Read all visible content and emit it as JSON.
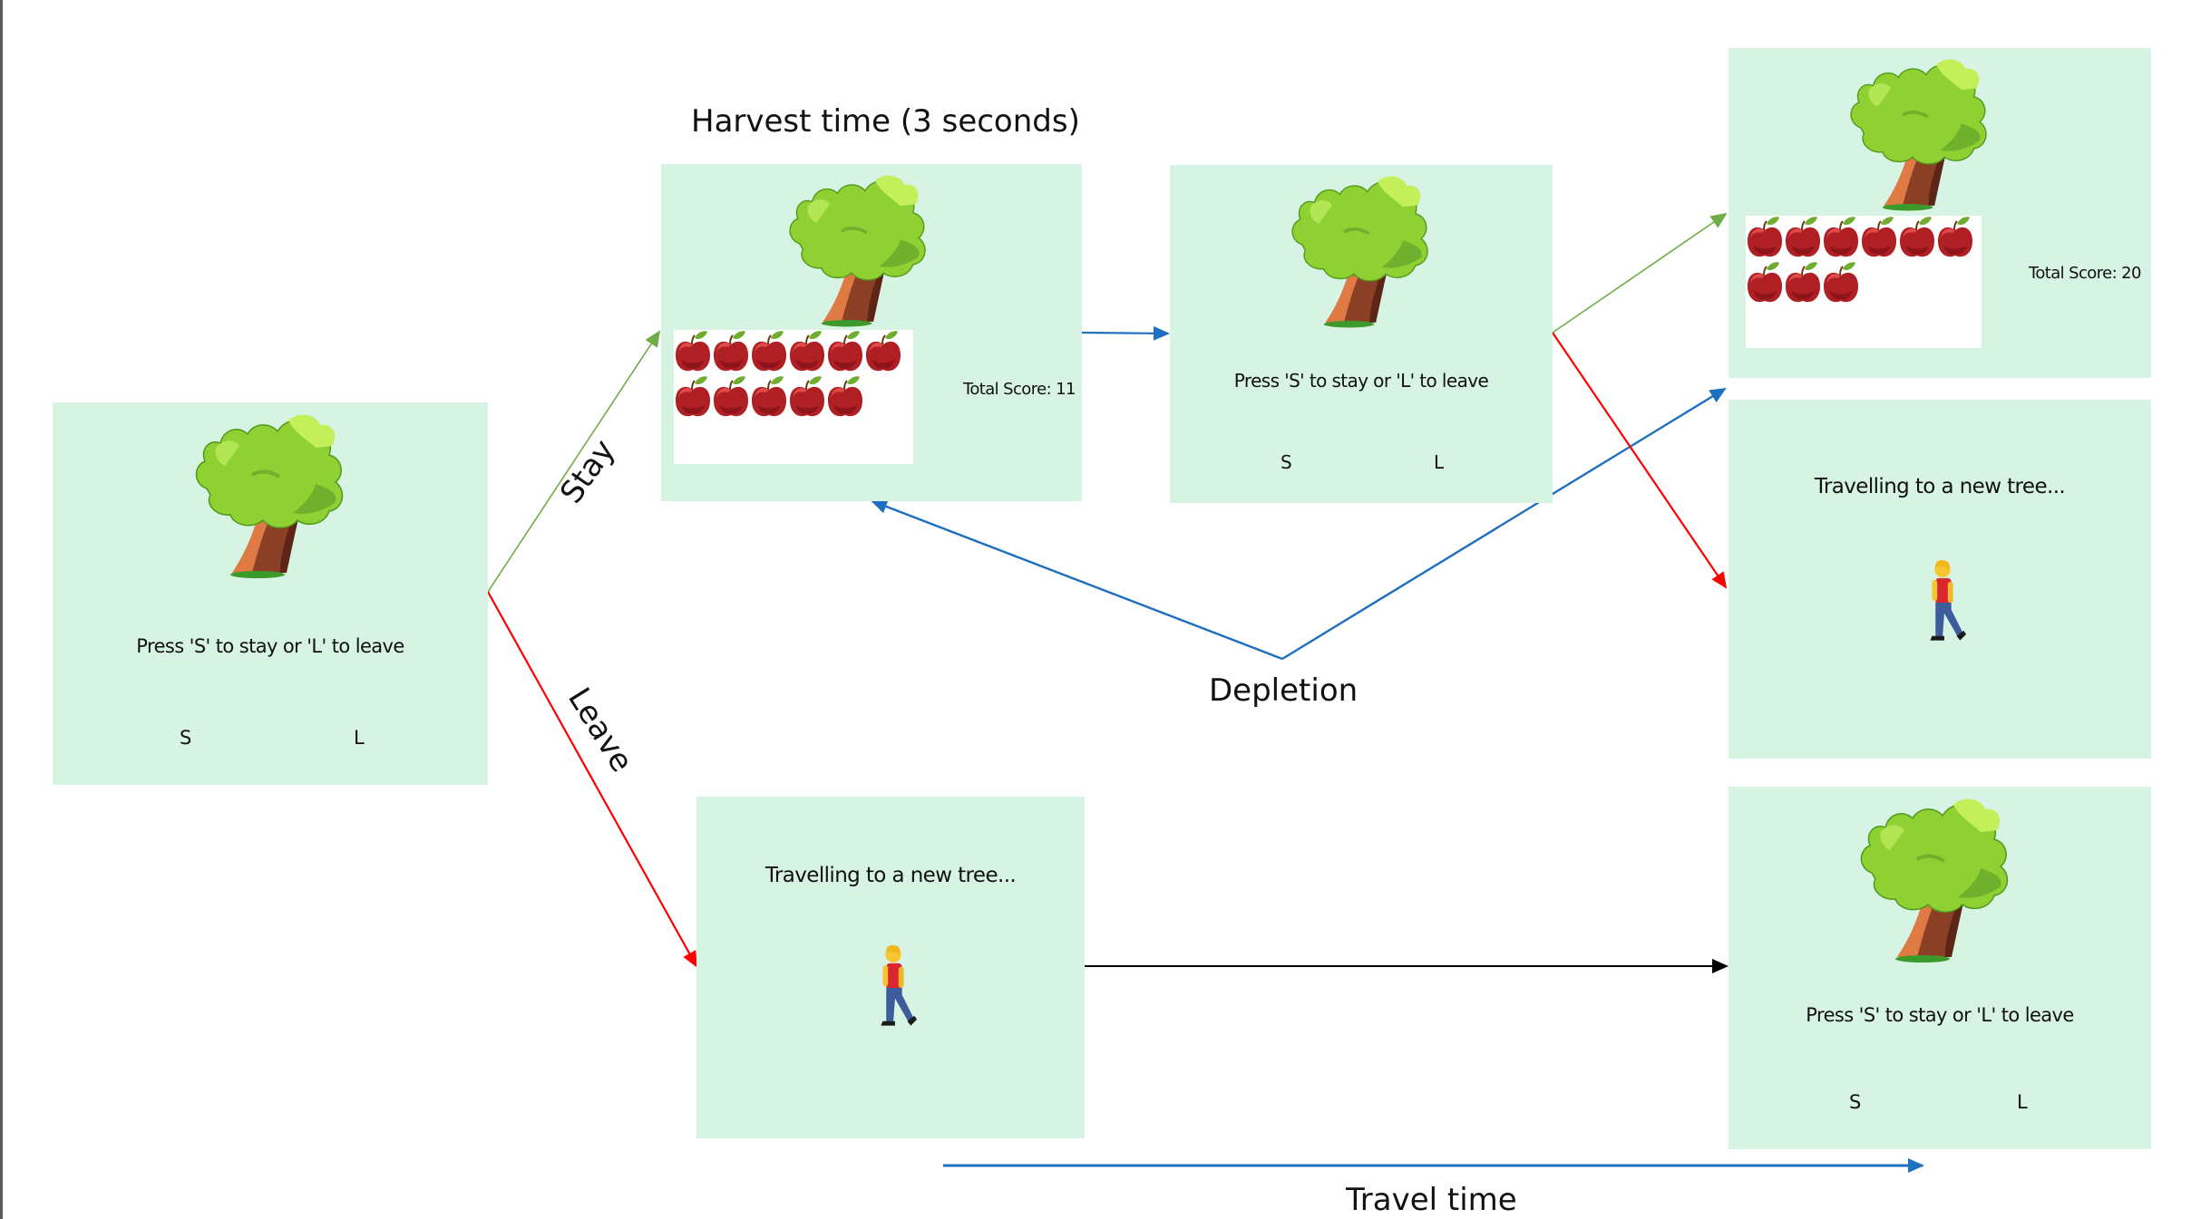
{
  "diagram": {
    "title": "Patch foraging task: stay/leave decision flow",
    "labels": {
      "harvest_time": "Harvest time (3 seconds)",
      "stay": "Stay",
      "leave": "Leave",
      "depletion": "Depletion",
      "travel_time": "Travel time"
    },
    "colors": {
      "panel_bg": "#d6f3e3",
      "stay_arrow": "#70ad47",
      "leave_arrow": "#ff0000",
      "depletion_arrow": "#1f6fc0",
      "flow_arrow": "#1f6fc0",
      "travel_arrow": "#000000",
      "travel_time_arrow": "#1f6fc0"
    },
    "screens": {
      "start_decision": {
        "prompt": "Press 'S' to stay or 'L' to leave",
        "key_stay": "S",
        "key_leave": "L",
        "icon": "tree-icon"
      },
      "harvest_first": {
        "apples": 11,
        "score": "Total Score: 11",
        "icon": "tree-icon"
      },
      "decision_after_harvest": {
        "prompt": "Press 'S' to stay or 'L' to leave",
        "key_stay": "S",
        "key_leave": "L",
        "icon": "tree-icon"
      },
      "harvest_second": {
        "apples": 9,
        "score": "Total Score: 20",
        "icon": "tree-icon"
      },
      "travel_right": {
        "message": "Travelling to a new tree...",
        "icon": "walking-person-icon"
      },
      "travel_bottom": {
        "message": "Travelling to a new tree...",
        "icon": "walking-person-icon"
      },
      "new_tree": {
        "prompt": "Press 'S' to stay or 'L' to leave",
        "key_stay": "S",
        "key_leave": "L",
        "icon": "tree-icon"
      }
    }
  }
}
